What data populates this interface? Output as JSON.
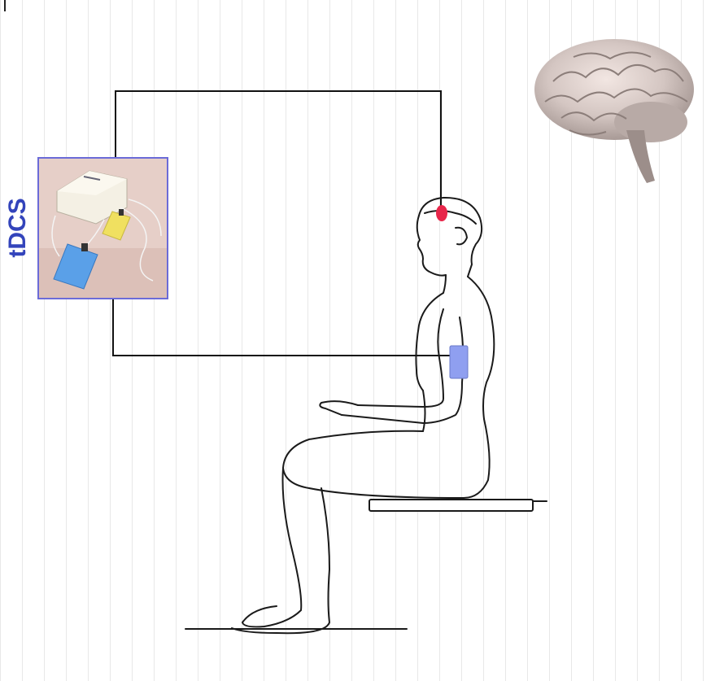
{
  "device": {
    "label": "tDCS",
    "label_color": "#3344bb",
    "frame_color": "#6b6bd8"
  },
  "colors": {
    "anode_electrode": "#e8264a",
    "cathode_electrode": "#8f9ff0",
    "electrode_yellow": "#f0e060",
    "electrode_blue": "#5aa0e8",
    "wire": "#111111"
  },
  "icons": [
    "brain-illustration",
    "tdcs-stimulator-photo",
    "seated-person-figure",
    "head-electrode",
    "chest-electrode"
  ]
}
